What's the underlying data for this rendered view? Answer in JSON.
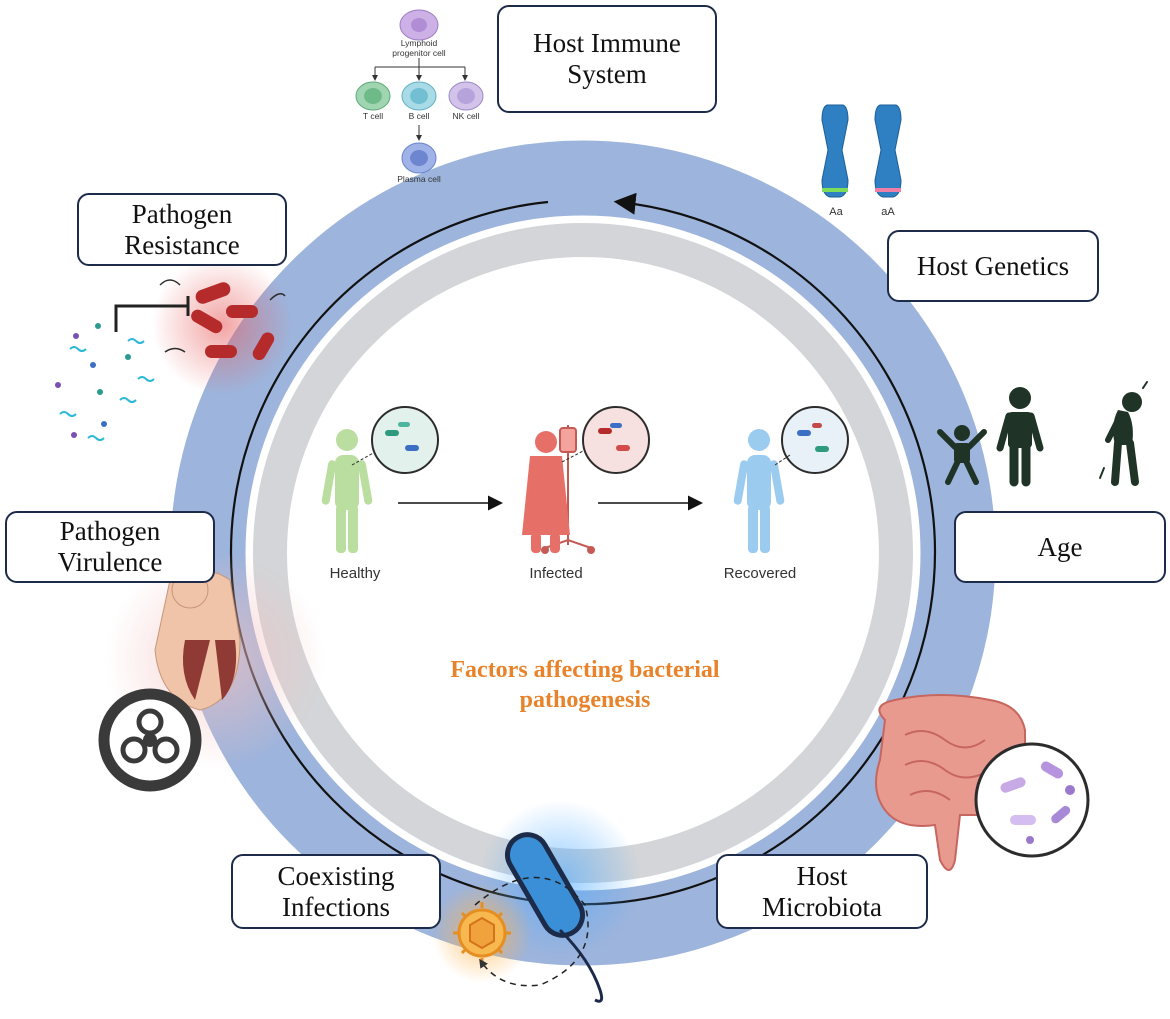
{
  "title": "Factors affecting bacterial pathogenesis",
  "factors": {
    "host_immune_system": [
      "Host Immune",
      "System"
    ],
    "host_genetics": [
      "Host Genetics"
    ],
    "age": [
      "Age"
    ],
    "host_microbiota": [
      "Host",
      "Microbiota"
    ],
    "coexisting_infections": [
      "Coexisting",
      "Infections"
    ],
    "pathogen_virulence": [
      "Pathogen",
      "Virulence"
    ],
    "pathogen_resistance": [
      "Pathogen",
      "Resistance"
    ]
  },
  "stages": [
    "Healthy",
    "Infected",
    "Recovered"
  ],
  "immune_cells": {
    "progenitor": [
      "Lymphoid",
      "progenitor cell"
    ],
    "children": [
      "T cell",
      "B cell",
      "NK cell"
    ],
    "plasma": "Plasma cell"
  },
  "alleles": [
    "Aa",
    "aA"
  ],
  "colors": {
    "outer_ring": "#9db4dc",
    "inner_ring": "#d3d5d8",
    "box_border": "#1d2b4a",
    "title": "#e8832b",
    "healthy_figure": "#b9dea0",
    "infected_figure": "#e66f68",
    "recovered_figure": "#9ccbf0",
    "chromosome": "#2f7fc3",
    "age_figures": "#1f3426"
  },
  "icons": [
    "lymphoid-cell-icon",
    "chromosome-icon",
    "child-icon",
    "adult-icon",
    "elderly-icon",
    "intestine-icon",
    "bacteria-icon",
    "virus-icon",
    "lungs-icon",
    "biohazard-icon",
    "antibiotic-inhibition-icon",
    "person-icon",
    "iv-drip-icon",
    "magnifier-icon"
  ]
}
